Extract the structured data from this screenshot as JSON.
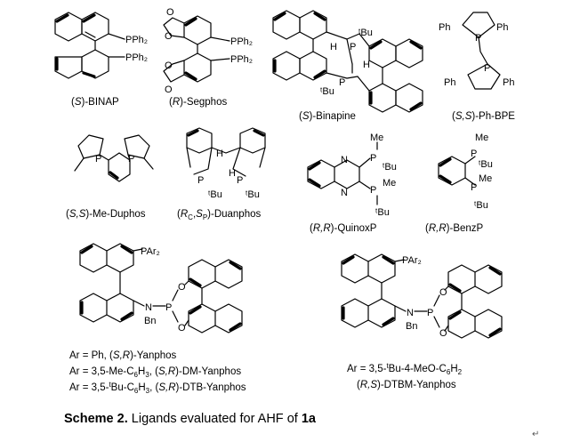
{
  "ligands": {
    "binap": {
      "name": "(S)-BINAP",
      "p1": "PPh₂",
      "p2": "PPh₂"
    },
    "segphos": {
      "name": "(R)-Segphos",
      "p1": "PPh₂",
      "p2": "PPh₂"
    },
    "binapine": {
      "name": "(S)-Binapine",
      "tbu1": "ᵗBu",
      "tbu2": "ᵗBu",
      "h1": "H",
      "h2": "H",
      "p1": "P",
      "p2": "P"
    },
    "phbpe": {
      "name": "(S,S)-Ph-BPE",
      "ph": "Ph",
      "p": "P"
    },
    "meduphos": {
      "name": "(S,S)-Me-Duphos",
      "p": "P"
    },
    "duanphos": {
      "name": "(RC,SP)-Duanphos",
      "h": "H",
      "p": "P",
      "tbu": "ᵗBu"
    },
    "quinoxp": {
      "name": "(R,R)-QuinoxP",
      "me": "Me",
      "tbu": "ᵗBu",
      "n": "N",
      "p": "P"
    },
    "benzp": {
      "name": "(R,R)-BenzP",
      "me": "Me",
      "tbu": "ᵗBu",
      "p": "P"
    },
    "yanphos": {
      "par2": "PAr₂",
      "n": "N",
      "bn": "Bn",
      "p": "P",
      "o": "O",
      "line1": "Ar = Ph, (S,R)-Yanphos",
      "line2": "Ar = 3,5-Me-C6H3, (S,R)-DM-Yanphos",
      "line3": "Ar = 3,5-ᵗBu-C6H3, (S,R)-DTB-Yanphos"
    },
    "dtbm": {
      "par2": "PAr₂",
      "n": "N",
      "bn": "Bn",
      "p": "P",
      "o": "O",
      "line1": "Ar = 3,5-ᵗBu-4-MeO-C6H2",
      "line2": "(R,S)-DTBM-Yanphos"
    }
  },
  "caption": {
    "prefix": "Scheme 2.",
    "text": " Ligands evaluated for AHF of ",
    "compound": "1a"
  },
  "return_mark": "↵"
}
